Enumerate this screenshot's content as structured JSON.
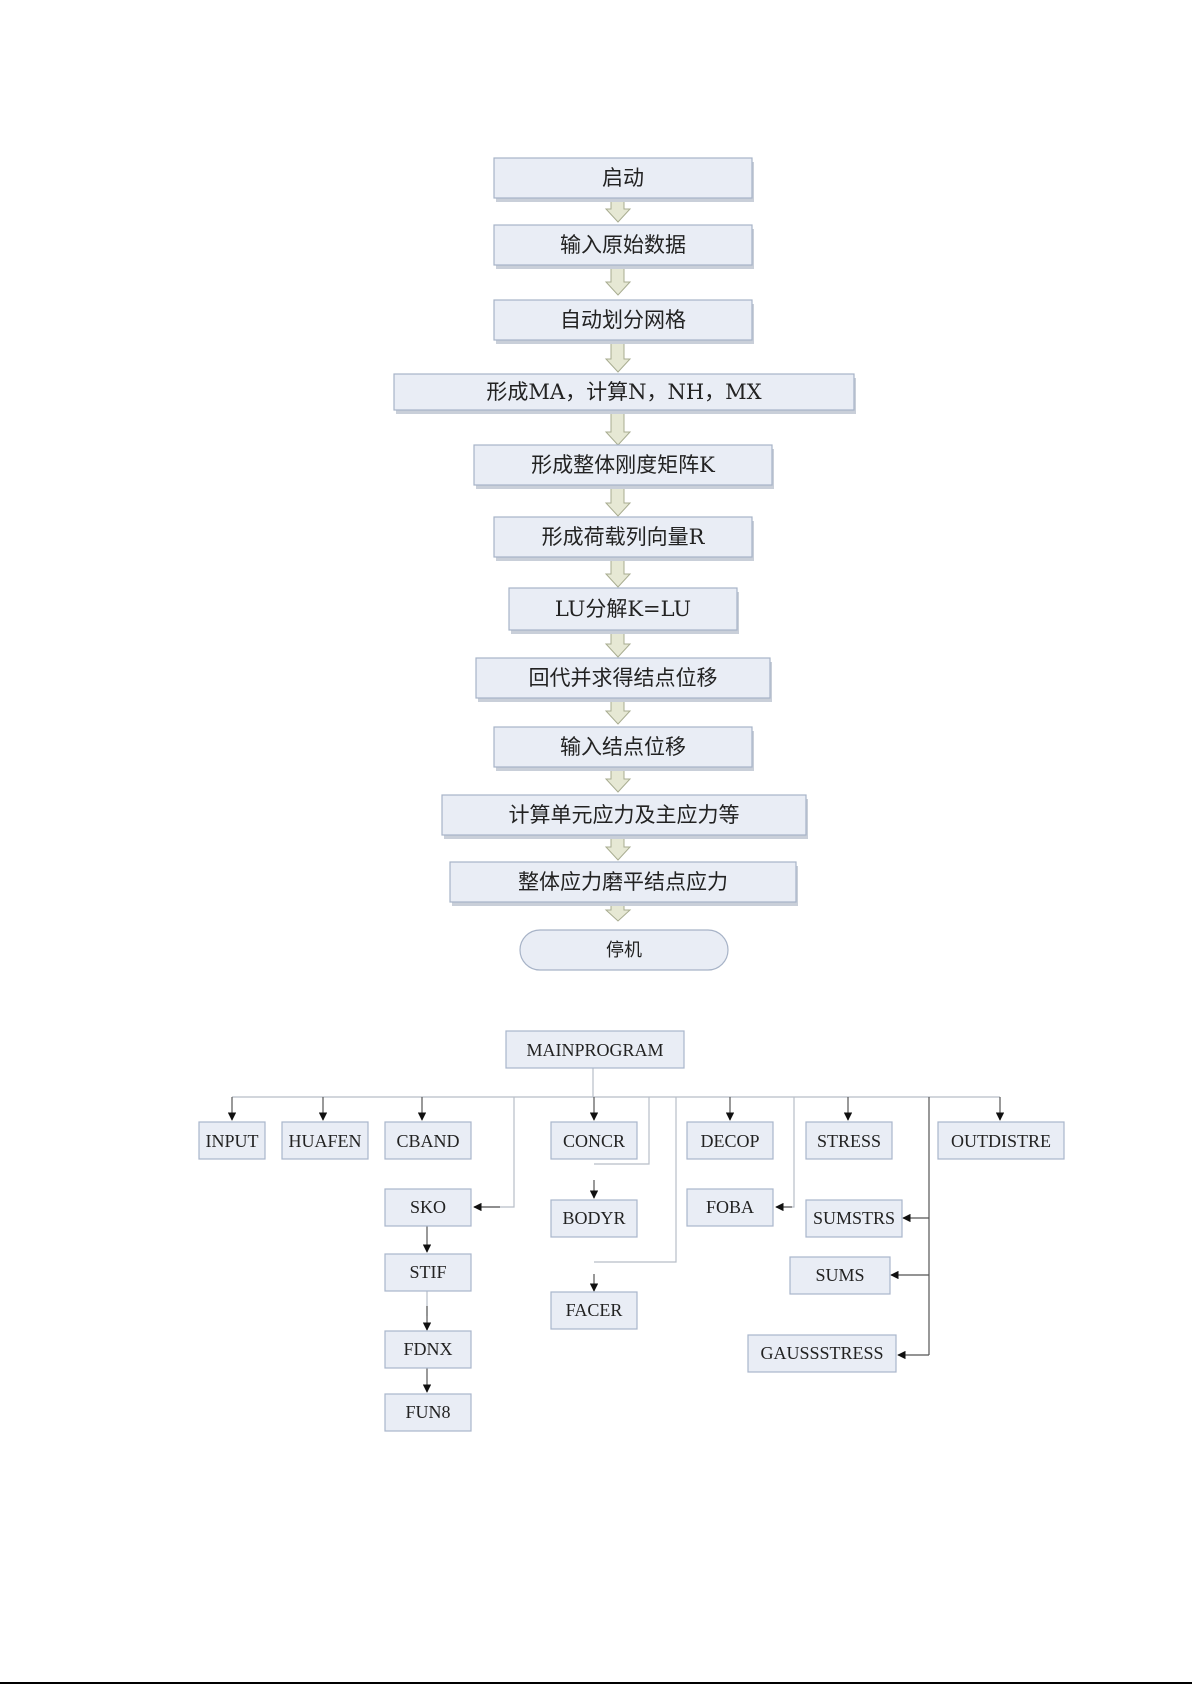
{
  "flowchart": {
    "steps": [
      "启动",
      "输入原始数据",
      "自动划分网格",
      "形成MA，计算N，NH，MX",
      "形成整体刚度矩阵K",
      "形成荷载列向量R",
      "LU分解K=LU",
      "回代并求得结点位移",
      "输入结点位移",
      "计算单元应力及主应力等",
      "整体应力磨平结点应力"
    ],
    "end": "停机"
  },
  "structure": {
    "root": "MAINPROGRAM",
    "modules": {
      "input": "INPUT",
      "huafen": "HUAFEN",
      "cband": "CBAND",
      "sko": "SKO",
      "stif": "STIF",
      "fdnx": "FDNX",
      "fun8": "FUN8",
      "concr": "CONCR",
      "bodyr": "BODYR",
      "facer": "FACER",
      "decop": "DECOP",
      "foba": "FOBA",
      "stress": "STRESS",
      "sumstrs": "SUMSTRS",
      "sums": "SUMS",
      "gaussstress": "GAUSSSTRESS",
      "outdistre": "OUTDISTRE"
    }
  }
}
